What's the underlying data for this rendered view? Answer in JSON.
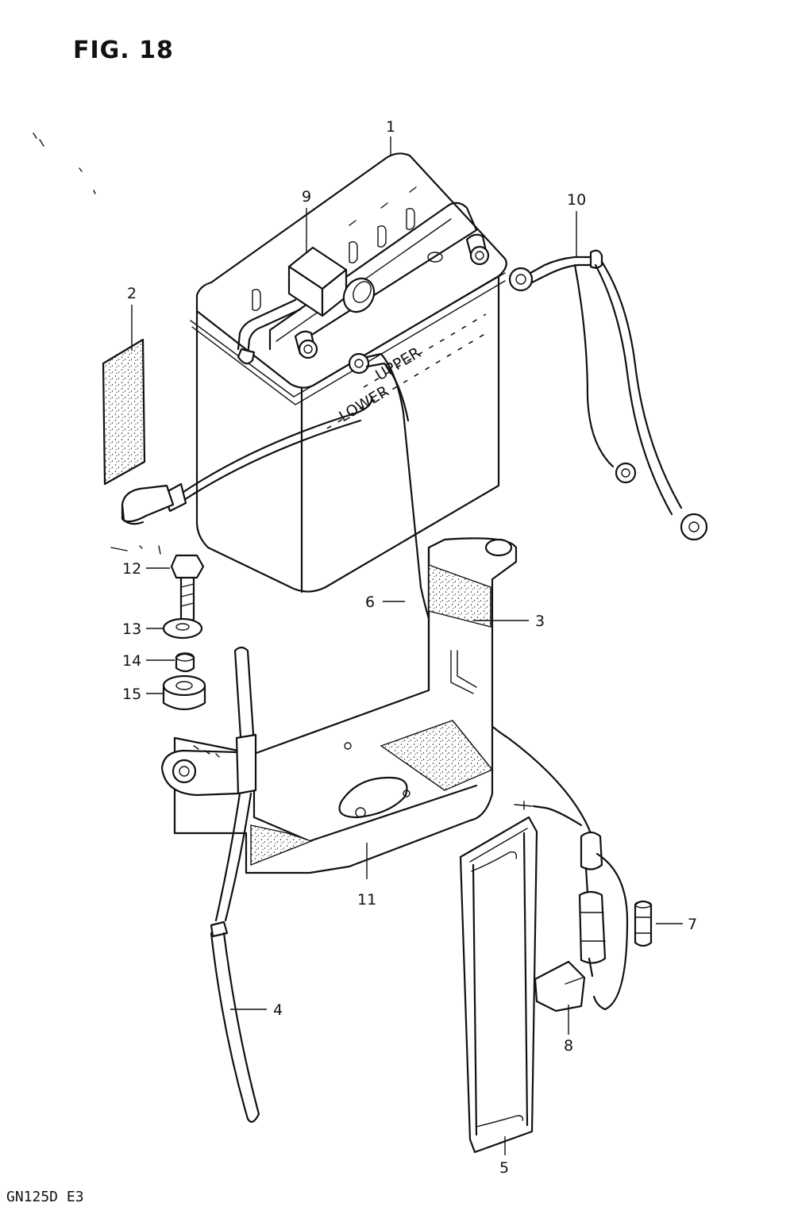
{
  "figure": {
    "title": "FIG. 18",
    "model_code": "GN125D  E3"
  },
  "battery_labels": {
    "upper": "UPPER",
    "lower": "LOWER"
  },
  "callouts": [
    {
      "id": "callout-1",
      "label": "1"
    },
    {
      "id": "callout-2",
      "label": "2"
    },
    {
      "id": "callout-3",
      "label": "3"
    },
    {
      "id": "callout-4",
      "label": "4"
    },
    {
      "id": "callout-5",
      "label": "5"
    },
    {
      "id": "callout-6",
      "label": "6"
    },
    {
      "id": "callout-7",
      "label": "7"
    },
    {
      "id": "callout-8",
      "label": "8"
    },
    {
      "id": "callout-9",
      "label": "9"
    },
    {
      "id": "callout-10",
      "label": "10"
    },
    {
      "id": "callout-11",
      "label": "11"
    },
    {
      "id": "callout-12",
      "label": "12"
    },
    {
      "id": "callout-13",
      "label": "13"
    },
    {
      "id": "callout-14",
      "label": "14"
    },
    {
      "id": "callout-15",
      "label": "15"
    }
  ]
}
